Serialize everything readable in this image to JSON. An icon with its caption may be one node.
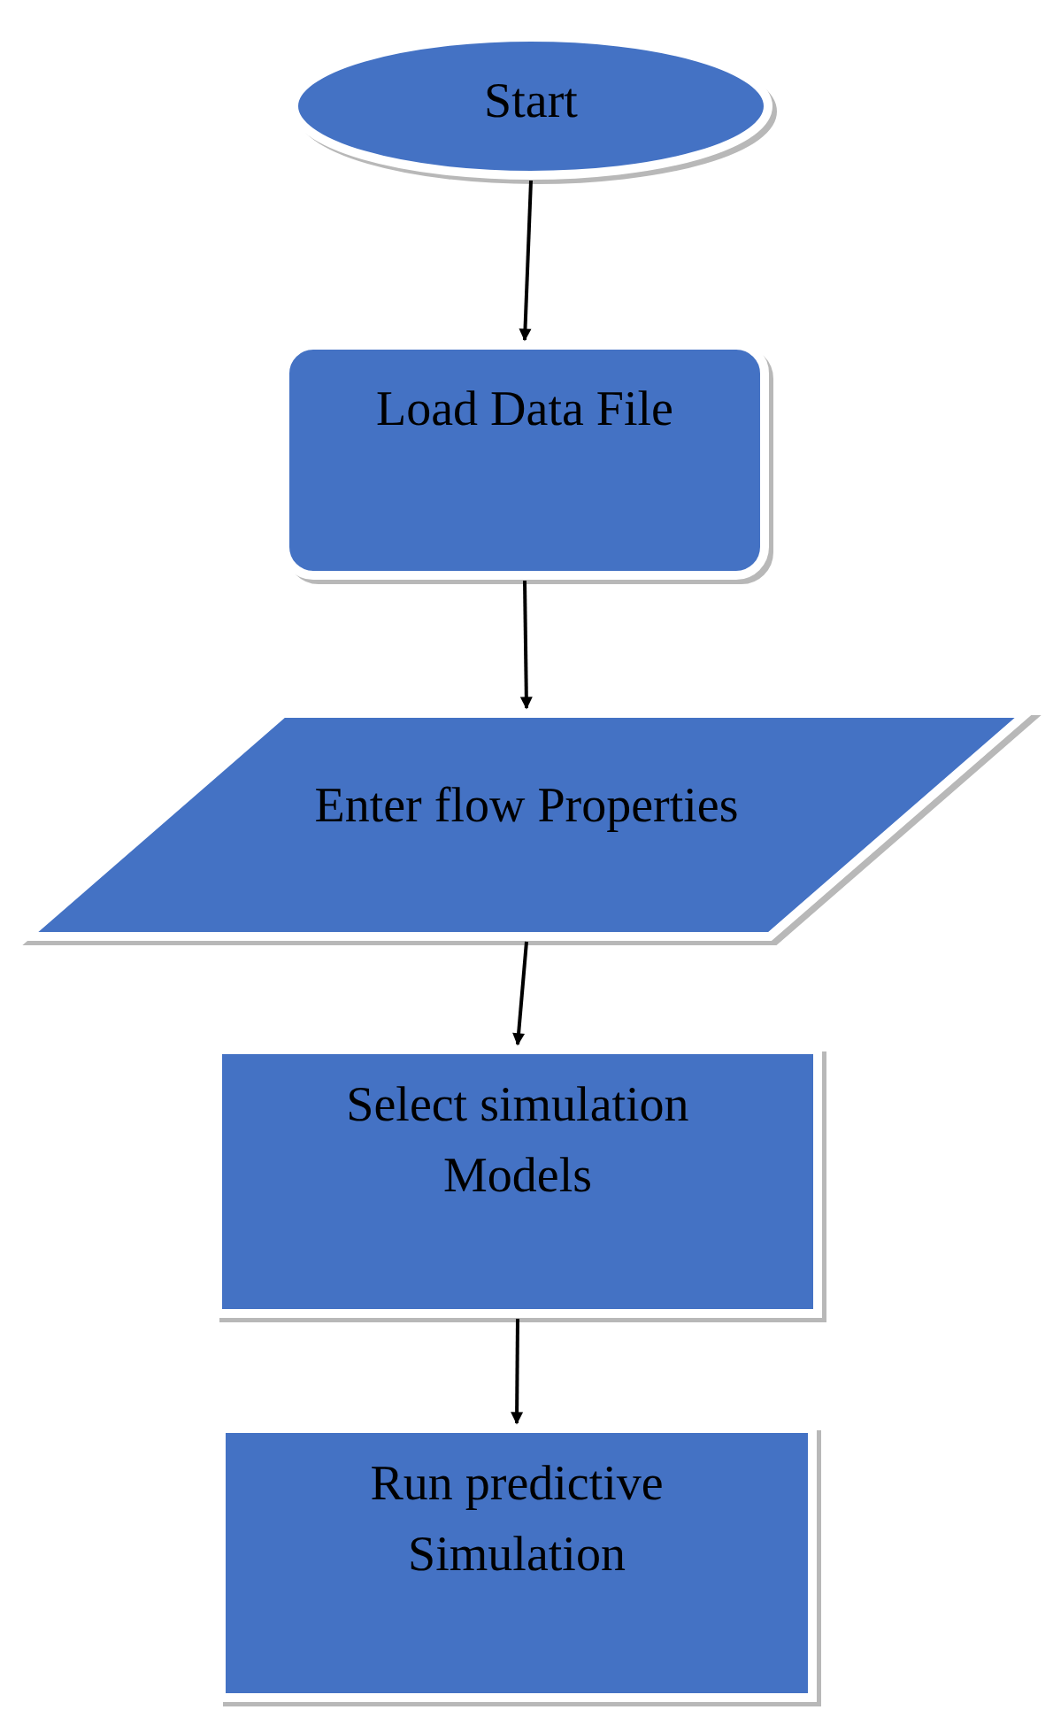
{
  "diagram": {
    "nodes": [
      {
        "text": [
          "Start"
        ]
      },
      {
        "text": [
          "Load Data File"
        ]
      },
      {
        "text": [
          "Enter flow Properties"
        ]
      },
      {
        "text": [
          "Select simulation Models"
        ]
      },
      {
        "text": [
          "Run predictive Simulation"
        ]
      }
    ],
    "edges": [
      {
        "from": 0,
        "to": 1,
        "arrow": "to"
      },
      {
        "from": 1,
        "to": 2,
        "arrow": "to"
      },
      {
        "from": 2,
        "to": 3,
        "arrow": "to"
      },
      {
        "from": 3,
        "to": 4,
        "arrow": "to"
      }
    ]
  }
}
